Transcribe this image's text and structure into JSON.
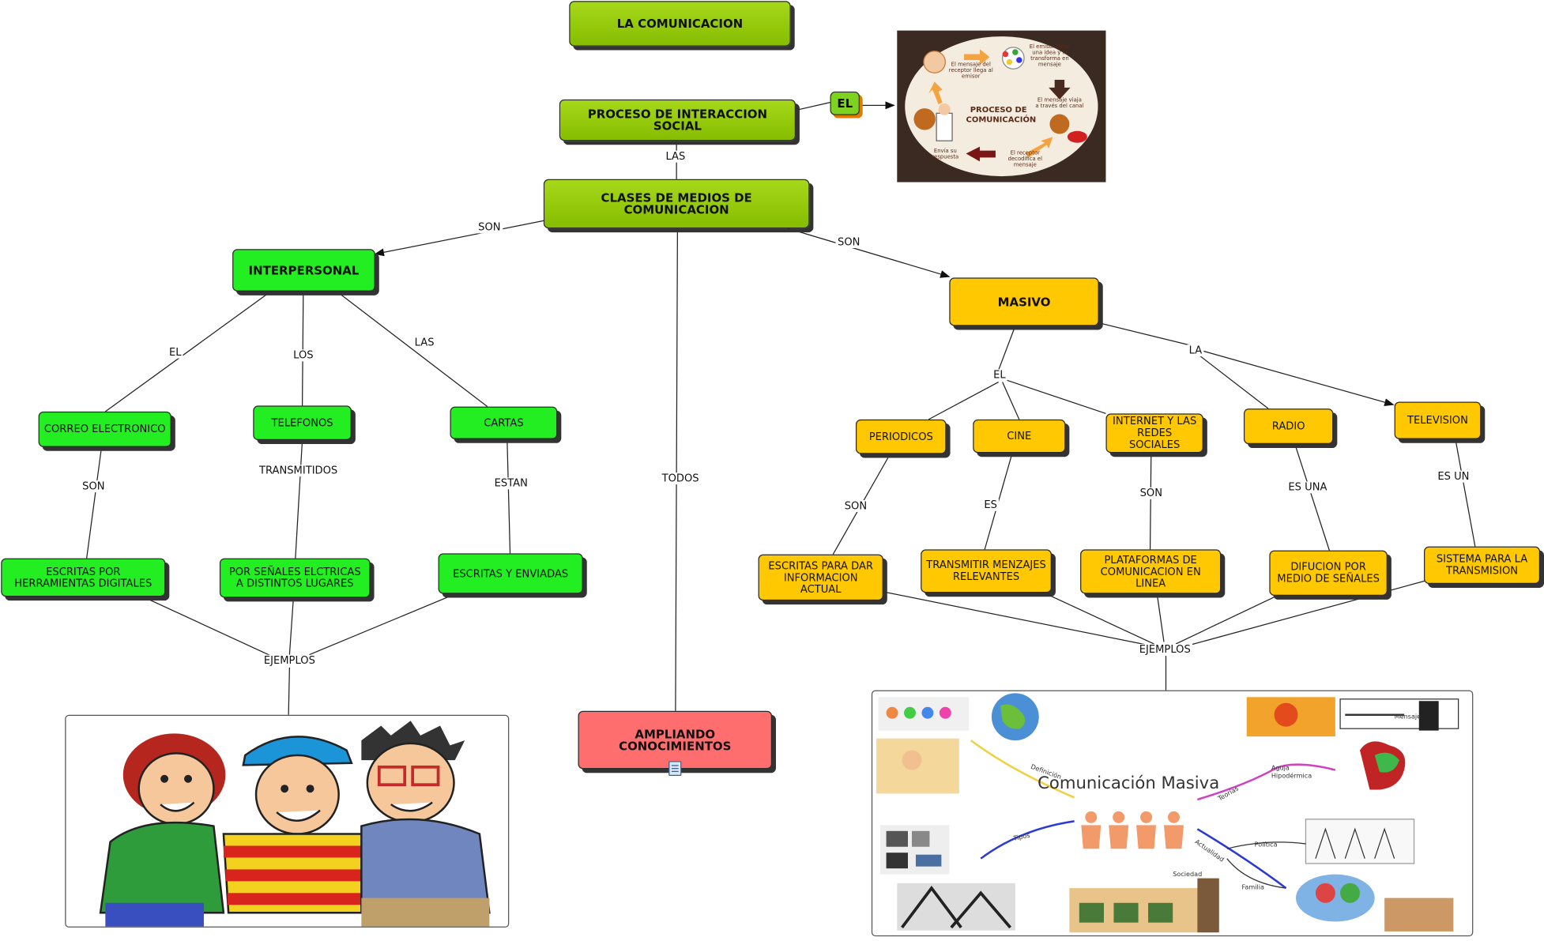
{
  "title": "LA COMUNICACION",
  "nodes": {
    "proceso": "PROCESO DE INTERACCION SOCIAL",
    "clases": "CLASES DE MEDIOS DE COMUNICACION",
    "interpersonal": "INTERPERSONAL",
    "masivo": "MASIVO",
    "correo": "CORREO ELECTRONICO",
    "telefonos": "TELEFONOS",
    "cartas": "CARTAS",
    "escritas_herramientas": "ESCRITAS POR HERRAMIENTAS DIGITALES",
    "senales": "POR SEÑALES ELCTRICAS A DISTINTOS LUGARES",
    "escritas_enviadas": "ESCRITAS Y ENVIADAS",
    "ampliando": "AMPLIANDO CONOCIMIENTOS",
    "periodicos": "PERIODICOS",
    "cine": "CINE",
    "internet": "INTERNET Y LAS REDES SOCIALES",
    "radio": "RADIO",
    "television": "TELEVISION",
    "escritas_info": "ESCRITAS PARA DAR INFORMACION ACTUAL",
    "transmitir": "TRANSMITIR MENZAJES RELEVANTES",
    "plataformas": "PLATAFORMAS DE COMUNICACION EN LINEA",
    "difucion": "DIFUCION POR MEDIO DE SEÑALES",
    "sistema": "SISTEMA PARA LA TRANSMISION"
  },
  "el_badge": "EL",
  "labels": {
    "las_top": "LAS",
    "son_left": "SON",
    "son_right": "SON",
    "el_left": "EL",
    "los": "LOS",
    "las_left": "LAS",
    "son_correo": "SON",
    "transmitidos": "TRANSMITIDOS",
    "estan": "ESTAN",
    "ejemplos_left": "EJEMPLOS",
    "todos": "TODOS",
    "el_right": "EL",
    "la_right": "LA",
    "son_periodicos": "SON",
    "es_cine": "ES",
    "son_internet": "SON",
    "es_una": "ES UNA",
    "es_un": "ES UN",
    "ejemplos_right": "EJEMPLOS"
  },
  "process_image": {
    "center": "PROCESO DE COMUNICACIÓN",
    "t1": "El emisor tiene una idea y la transforma en mensaje",
    "t2": "El mensaje viaja a través del canal",
    "t3": "El receptor decodifica el mensaje",
    "t4": "Envía su respuesta",
    "t5": "El mensaje del receptor llega al emisor"
  },
  "masiva_image": {
    "title": "Comunicación Masiva",
    "branches": [
      "Definición",
      "Tipos",
      "Teorías",
      "Actualidad",
      "Aguja Hipodérmica",
      "Mensaje",
      "Política",
      "Sociedad",
      "Familia"
    ]
  },
  "colors": {
    "olive": "#8cc400",
    "green": "#22ee22",
    "gold": "#ffc800",
    "red": "#ff6e6e"
  }
}
